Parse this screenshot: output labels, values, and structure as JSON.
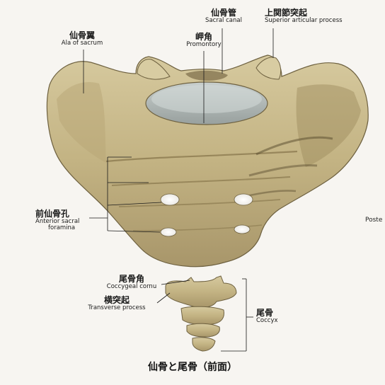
{
  "title": "仙骨と尾骨（前面）",
  "labels": {
    "sacral_canal": {
      "jp": "仙骨管",
      "en": "Sacral canal"
    },
    "superior_articular_process": {
      "jp": "上関節突起",
      "en": "Superior articular process"
    },
    "ala_of_sacrum": {
      "jp": "仙骨翼",
      "en": "Ala of sacrum"
    },
    "promontory": {
      "jp": "岬角",
      "en": "Promontory"
    },
    "anterior_sacral_foramina": {
      "jp": "前仙骨孔",
      "en1": "Anterior sacral",
      "en2": "foramina"
    },
    "coccygeal_cornu": {
      "jp": "尾骨角",
      "en": "Coccygeal cornu"
    },
    "transverse_process": {
      "jp": "横突起",
      "en": "Transverse process"
    },
    "coccyx": {
      "jp": "尾骨",
      "en": "Coccyx"
    }
  },
  "edge_text": "Poste",
  "colors": {
    "bone": "#c8b98a",
    "bone_shadow": "#8f7f55",
    "bone_dark": "#5f5233",
    "disc": "#aeb5b3",
    "line": "#1a1a1a"
  }
}
